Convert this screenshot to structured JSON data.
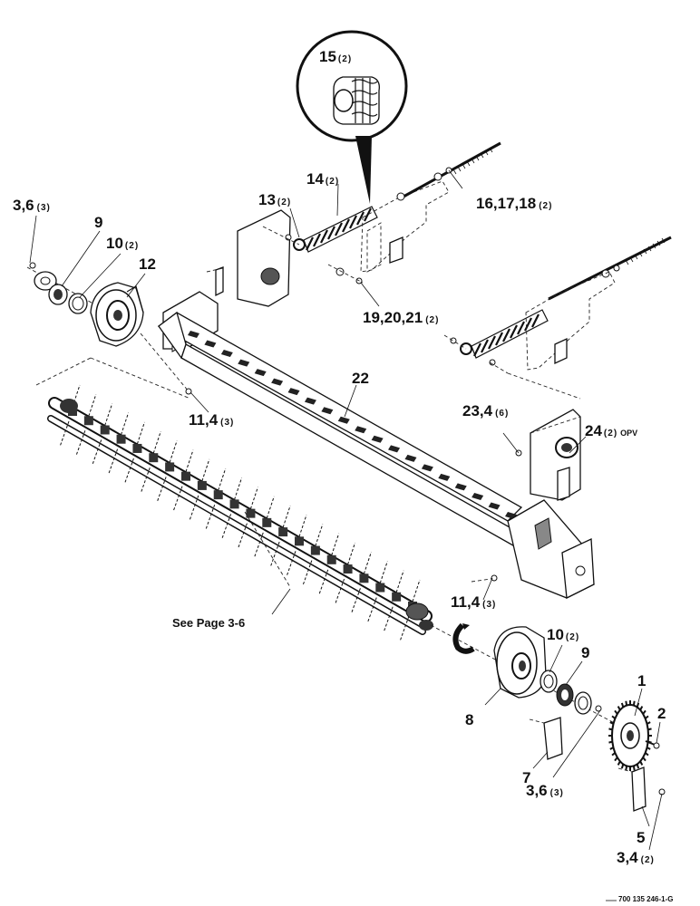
{
  "callouts": {
    "c15": {
      "num": "15",
      "qty": "(2)"
    },
    "c14": {
      "num": "14",
      "qty": "(2)"
    },
    "c13": {
      "num": "13",
      "qty": "(2)"
    },
    "c16": {
      "num": "16,17,18",
      "qty": "(2)"
    },
    "c19": {
      "num": "19,20,21",
      "qty": "(2)"
    },
    "c36top": {
      "num": "3,6",
      "qty": "(3)"
    },
    "c9top": {
      "num": "9",
      "qty": ""
    },
    "c10top": {
      "num": "10",
      "qty": "(2)"
    },
    "c12": {
      "num": "12",
      "qty": ""
    },
    "c22": {
      "num": "22",
      "qty": ""
    },
    "c114top": {
      "num": "11,4",
      "qty": "(3)"
    },
    "c234": {
      "num": "23,4",
      "qty": "(6)"
    },
    "c24": {
      "num": "24",
      "qty": "(2)",
      "suffix": "OPV"
    },
    "c114bot": {
      "num": "11,4",
      "qty": "(3)"
    },
    "c10bot": {
      "num": "10",
      "qty": "(2)"
    },
    "c9bot": {
      "num": "9",
      "qty": ""
    },
    "c8": {
      "num": "8",
      "qty": ""
    },
    "c1": {
      "num": "1",
      "qty": ""
    },
    "c2": {
      "num": "2",
      "qty": ""
    },
    "c7": {
      "num": "7",
      "qty": ""
    },
    "c36bot": {
      "num": "3,6",
      "qty": "(3)"
    },
    "c5": {
      "num": "5",
      "qty": ""
    },
    "c34": {
      "num": "3,4",
      "qty": "(2)"
    }
  },
  "notes": {
    "see_page": "See Page 3-6"
  },
  "figure_id": "700 135 246-1-G",
  "tine_rows": 22
}
